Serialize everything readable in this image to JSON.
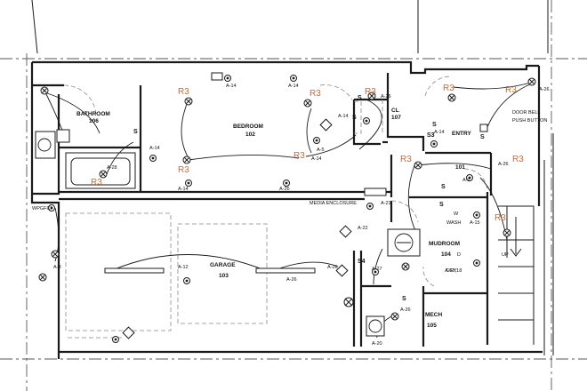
{
  "rooms": {
    "bathroom": {
      "name": "BATHROOM",
      "number": "106"
    },
    "bedroom": {
      "name": "BEDROOM",
      "number": "102"
    },
    "closet": {
      "name": "CL",
      "number": "107"
    },
    "entry": {
      "name": "ENTRY",
      "number": "101"
    },
    "garage": {
      "name": "GARAGE",
      "number": "103"
    },
    "mudroom": {
      "name": "MUDROOM",
      "number": "104"
    },
    "mech": {
      "name": "MECH",
      "number": "105"
    }
  },
  "notes": {
    "door_bell_1": "DOOR BELL",
    "door_bell_2": "PUSH BUTTON",
    "media_enclosure": "MEDIA ENCLOSURE",
    "washer": "W",
    "washer_label": "WASH",
    "dryer": "D",
    "dryer_label": "DRY",
    "up": "UP",
    "wp_gfci": "WPGFCI"
  },
  "circuit_tag": "R3",
  "circuit_tags": [
    "A-28",
    "A-14",
    "A-14",
    "A-26",
    "A-14",
    "A-14",
    "A-5",
    "A-14",
    "A-26",
    "A-26",
    "A-14",
    "A-14",
    "A-2",
    "A-26",
    "A-15",
    "A-21",
    "A-22",
    "A-12",
    "A-26",
    "A-26",
    "A-27",
    "A-17,18",
    "A-26",
    "A-20",
    "A-9"
  ],
  "switch_symbol": "S",
  "switch_variants": [
    "S3",
    "S4"
  ]
}
